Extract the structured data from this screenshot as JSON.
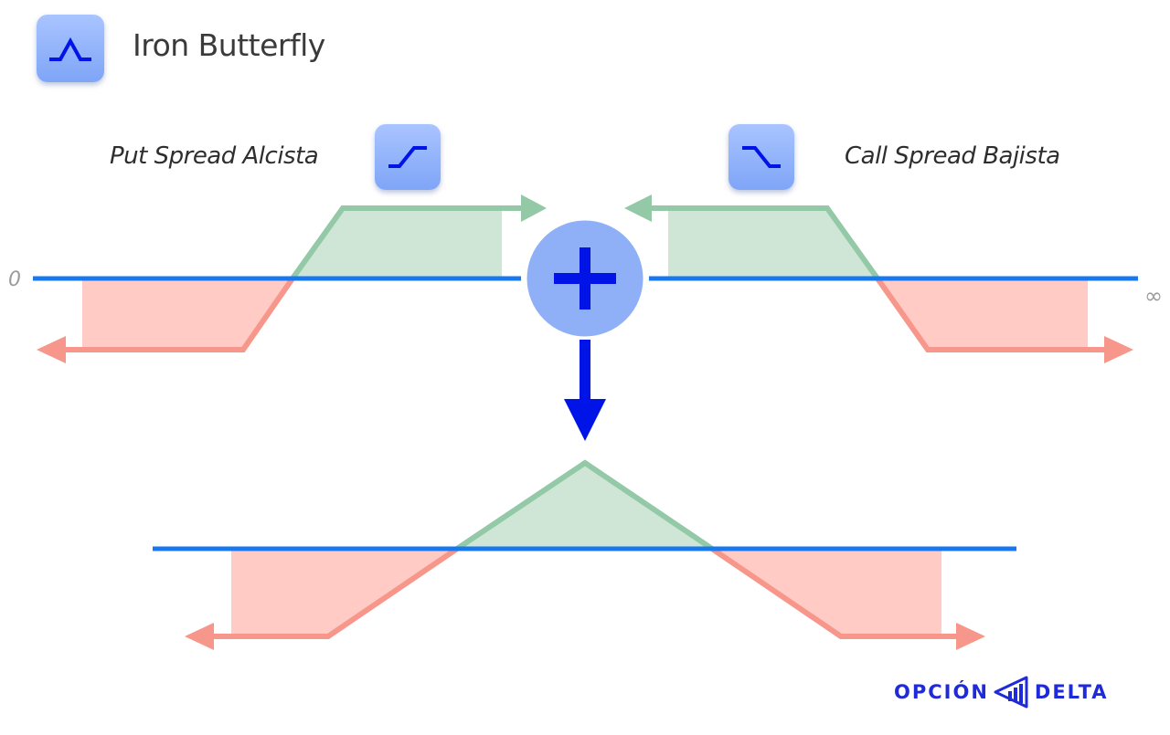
{
  "title": "Iron Butterfly",
  "legs": {
    "left_label": "Put Spread Alcista",
    "right_label": "Call Spread Bajista"
  },
  "axis": {
    "zero_label": "0",
    "infinity_label": "∞"
  },
  "brand": {
    "word1": "OPCIÓN",
    "word2": "DELTA"
  },
  "icons": {
    "title_icon": "iron-butterfly-icon",
    "left_icon": "bull-put-spread-icon",
    "right_icon": "bear-call-spread-icon",
    "combine_icon": "plus-icon",
    "result_arrow": "down-arrow-icon",
    "brand_icon": "delta-logo-icon"
  },
  "colors": {
    "profit": "#93c9a6",
    "profit_fill": "#cfe6d6",
    "loss": "#f7968a",
    "loss_fill": "#ffcbc4",
    "axis": "#1878f0",
    "accent": "#0014e8",
    "plus_circle": "#8fb0f7",
    "brand": "#1f2ad8"
  }
}
